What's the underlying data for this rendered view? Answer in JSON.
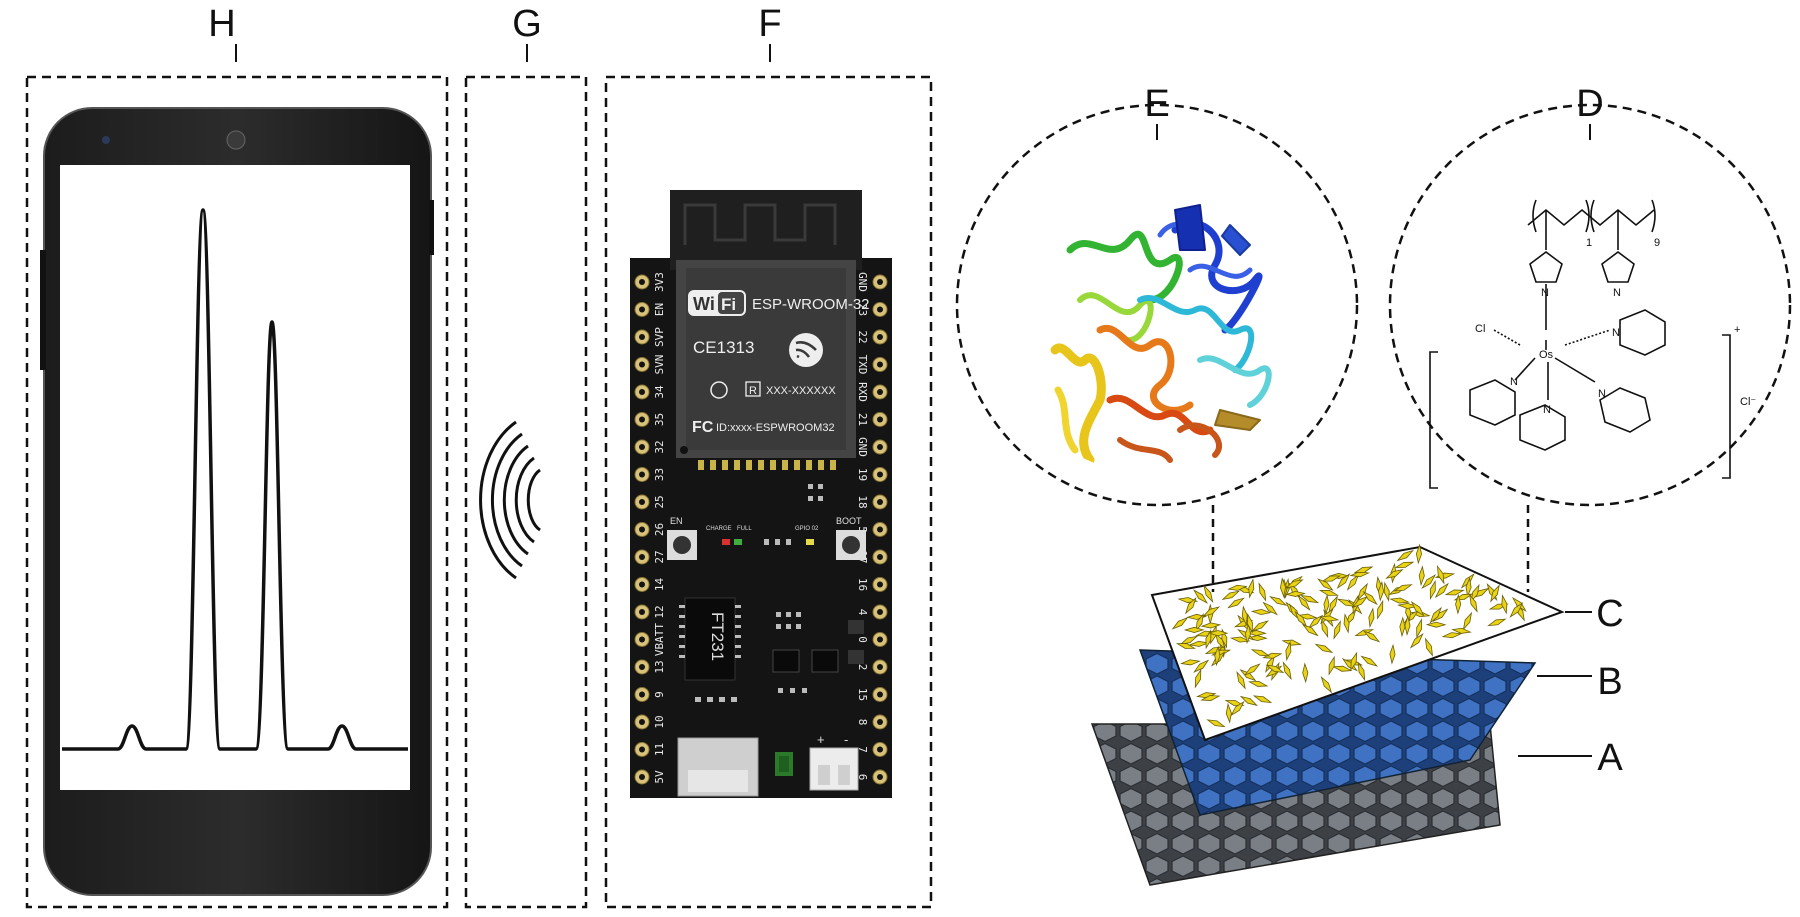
{
  "labels": {
    "H": "H",
    "G": "G",
    "F": "F",
    "E": "E",
    "D": "D",
    "C": "C",
    "B": "B",
    "A": "A"
  },
  "board": {
    "wifi": "Wi",
    "wifi_box": "Fi",
    "module": "ESP-WROOM-32",
    "ce": "CE1313",
    "reg": "XXX-XXXXXX",
    "fcc_id": "ID:xxxx-ESPWROOM32",
    "chip": "FT231",
    "en": "EN",
    "boot": "BOOT",
    "charge": "CHARGE",
    "full": "FULL",
    "gpio": "GPIO 02",
    "plus": "+",
    "minus": "-",
    "left_pins": [
      "3V3",
      "EN",
      "SVP",
      "SVN",
      "34",
      "35",
      "32",
      "33",
      "25",
      "26",
      "27",
      "14",
      "12",
      "VBATT",
      "13",
      "9",
      "10",
      "11",
      "5V"
    ],
    "right_pins": [
      "GND",
      "23",
      "22",
      "TXD",
      "RXD",
      "21",
      "GND",
      "19",
      "18",
      "5",
      "17",
      "16",
      "4",
      "0",
      "2",
      "15",
      "8",
      "7",
      "6"
    ]
  },
  "chem": {
    "n1": "1",
    "n9": "9",
    "os": "Os",
    "cl": "Cl",
    "cl_minus": "Cl⁻",
    "plus": "+",
    "N": "N"
  }
}
